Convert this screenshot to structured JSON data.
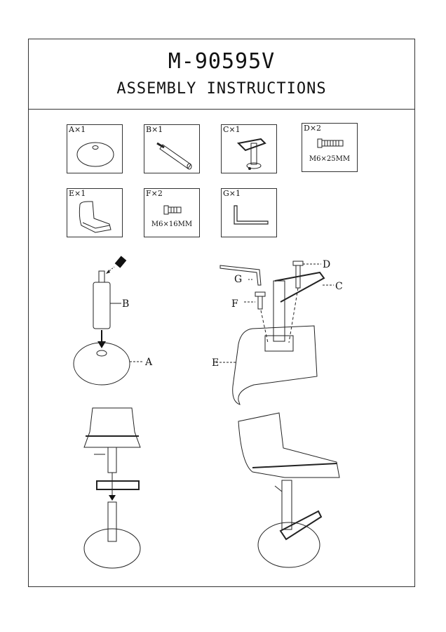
{
  "header": {
    "model": "M-90595V",
    "subtitle": "ASSEMBLY INSTRUCTIONS"
  },
  "parts": [
    {
      "label": "A×1",
      "icon": "base-disc-icon",
      "spec": ""
    },
    {
      "label": "B×1",
      "icon": "gas-cylinder-icon",
      "spec": ""
    },
    {
      "label": "C×1",
      "icon": "footrest-frame-icon",
      "spec": ""
    },
    {
      "label": "D×2",
      "icon": "bolt-icon",
      "spec": "M6×25MM"
    },
    {
      "label": "E×1",
      "icon": "seat-icon",
      "spec": ""
    },
    {
      "label": "F×2",
      "icon": "bolt-icon",
      "spec": "M6×16MM"
    },
    {
      "label": "G×1",
      "icon": "allen-key-icon",
      "spec": ""
    }
  ],
  "step1": {
    "callouts": [
      "B",
      "A"
    ]
  },
  "step2": {
    "callouts": [
      "G",
      "D",
      "C",
      "F",
      "E"
    ]
  }
}
